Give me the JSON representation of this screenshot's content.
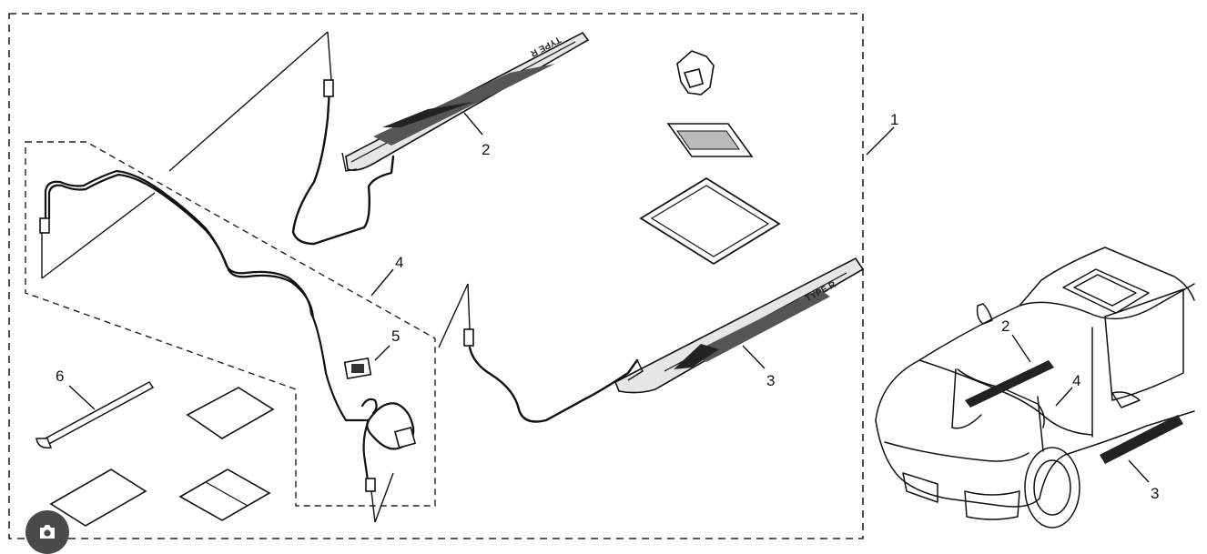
{
  "callouts": {
    "c1": "1",
    "c2": "2",
    "c3": "3",
    "c4": "4",
    "c5": "5",
    "c6": "6",
    "car_c2": "2",
    "car_c3": "3",
    "car_c4": "4"
  },
  "garnish_badge": "TYPE R",
  "colors": {
    "line": "#111111",
    "garnish_fill": "#d9d9d9",
    "lens_button": "#4a4a4a"
  },
  "icons": [
    "camera-lens-icon"
  ]
}
